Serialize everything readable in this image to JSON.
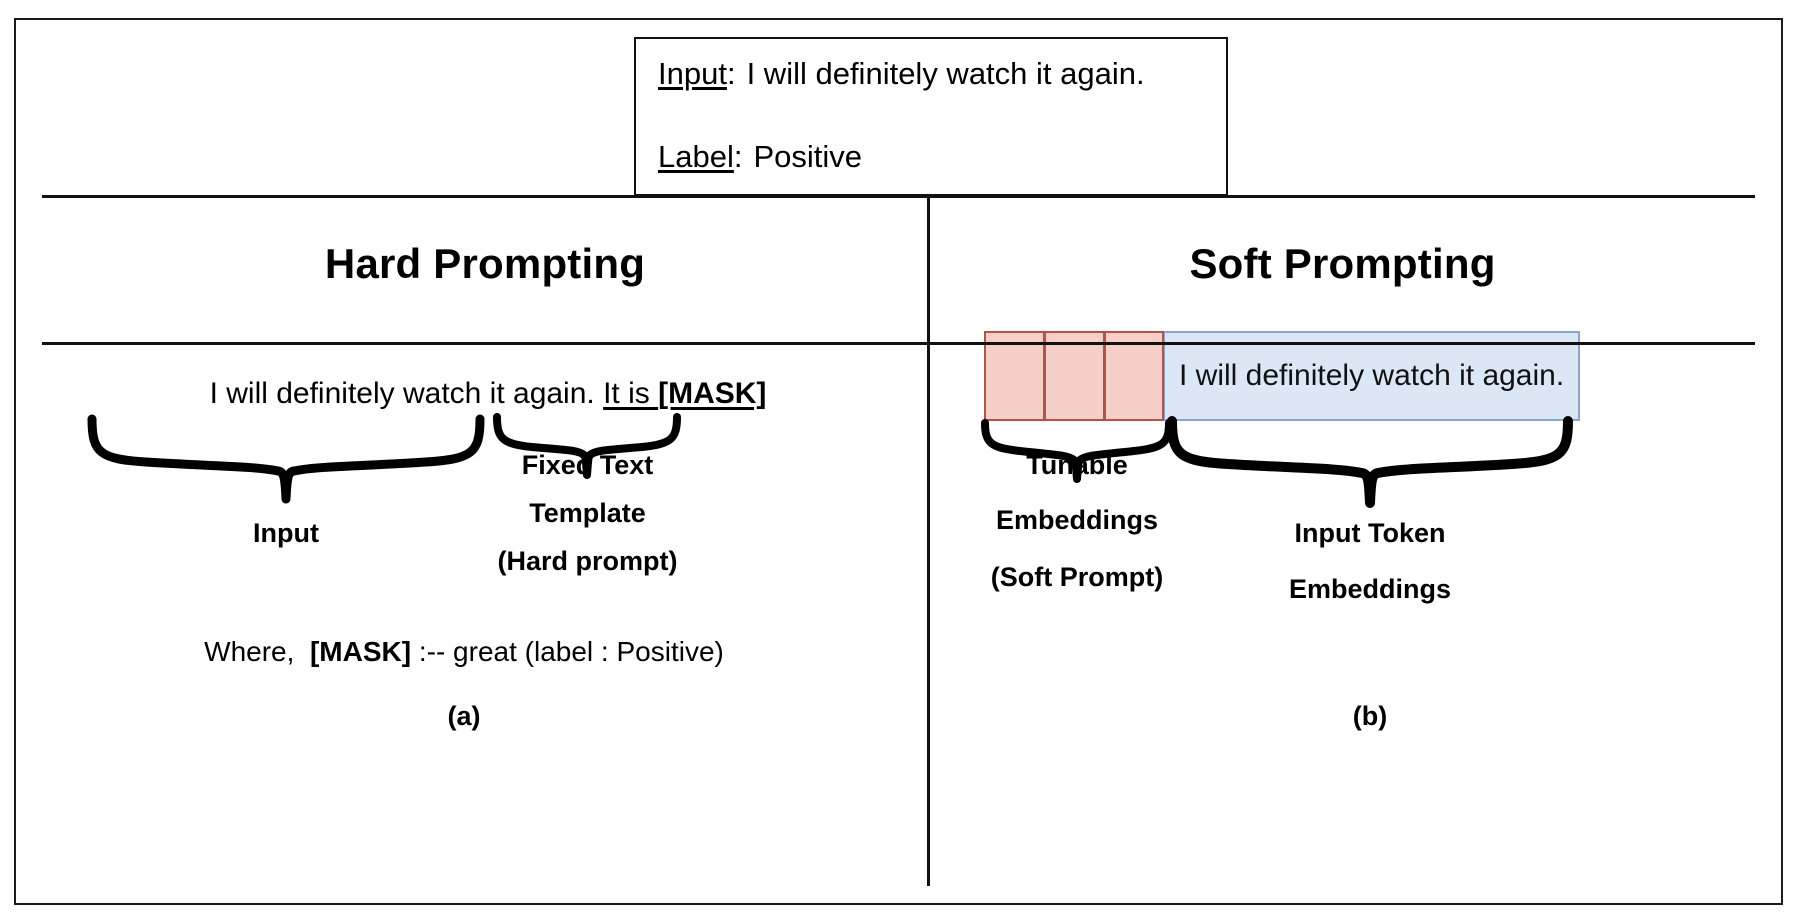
{
  "figure": {
    "example_box": {
      "rows": [
        {
          "label": "Input",
          "sep": ":",
          "value": "I will definitely watch it again."
        },
        {
          "label": "Label",
          "sep": ":",
          "value": "Positive"
        }
      ]
    },
    "headings": {
      "left": "Hard Prompting",
      "right": "Soft Prompting"
    },
    "panel_a": {
      "prompt": {
        "input_text": "I will definitely watch it again.",
        "template_text": "It is ",
        "mask_token": "[MASK]"
      },
      "brace_labels": {
        "input": "Input",
        "template": [
          "Fixed Text",
          "Template",
          "(Hard prompt)"
        ]
      },
      "where_line": {
        "prefix": "Where,",
        "mask": "[MASK]",
        "suffix": ":-- great (label : Positive)"
      },
      "caption": "(a)"
    },
    "panel_b": {
      "soft_prompt_cells": 3,
      "input_text": "I will definitely watch it again.",
      "brace_labels": {
        "tunable": [
          "Tunable",
          "Embeddings",
          "(Soft Prompt)"
        ],
        "input_tokens": [
          "Input Token",
          "Embeddings"
        ]
      },
      "caption": "(b)"
    },
    "colors": {
      "soft_prompt_fill": "#f6cfc9",
      "soft_prompt_border": "#b5534b",
      "input_embed_fill": "#dce7f6",
      "input_embed_border": "#8aa6cc",
      "line": "#111111",
      "text": "#000000"
    }
  }
}
